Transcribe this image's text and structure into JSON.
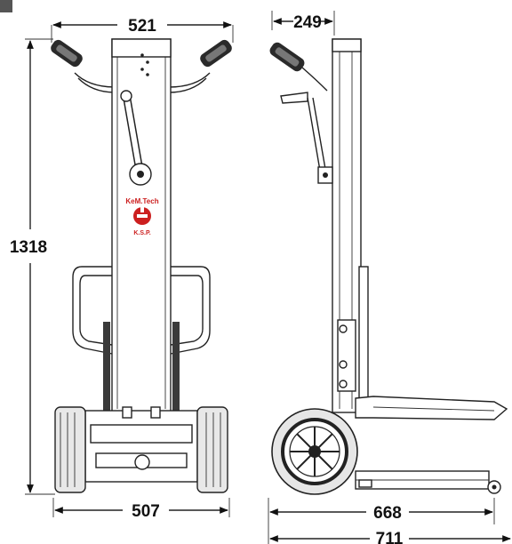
{
  "drawing": {
    "dimensions": {
      "front_top_width": "521",
      "front_bottom_width": "507",
      "height": "1318",
      "side_top_depth": "249",
      "side_base_length": "668",
      "side_total_length": "711"
    },
    "logo": {
      "line1": "KeM.Tech",
      "line2": "K.S.P.",
      "color": "#cc1f1f"
    }
  }
}
